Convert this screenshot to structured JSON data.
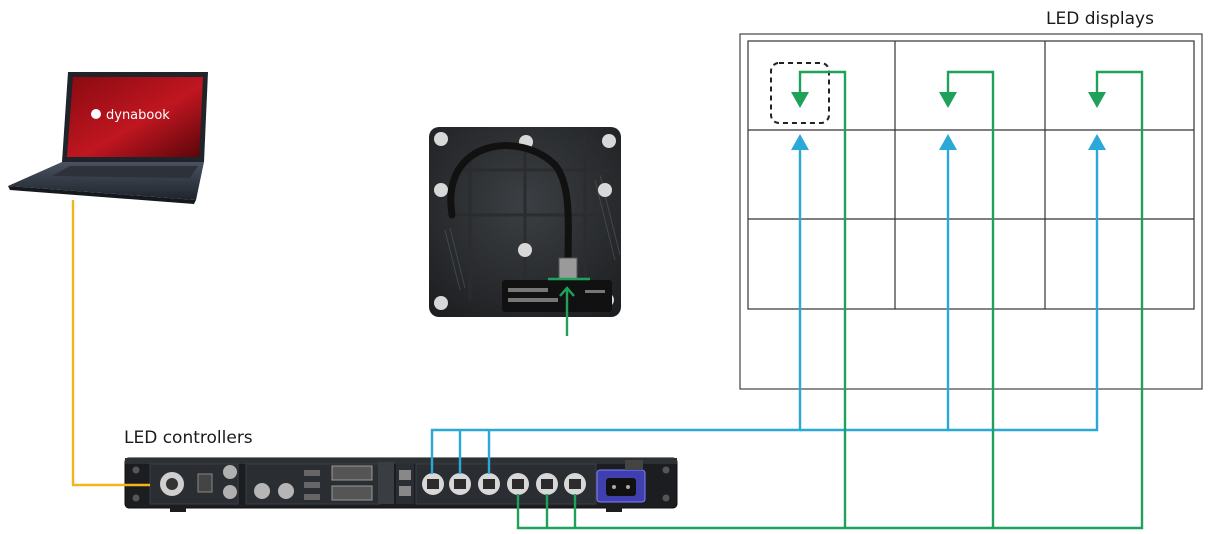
{
  "labels": {
    "led_displays": "LED displays",
    "led_controllers": "LED controllers",
    "laptop_brand": "dynabook"
  },
  "colors": {
    "data_link": "#2aa8d8",
    "return_link": "#1fa15a",
    "pc_link": "#f2b51c",
    "grid_line": "#333333",
    "highlight_border": "#222222"
  },
  "icons": [
    "laptop-icon",
    "controller-icon",
    "cable-photo",
    "rj45-port-icon",
    "power-inlet-icon",
    "arrow-down-icon",
    "arrow-up-icon"
  ]
}
